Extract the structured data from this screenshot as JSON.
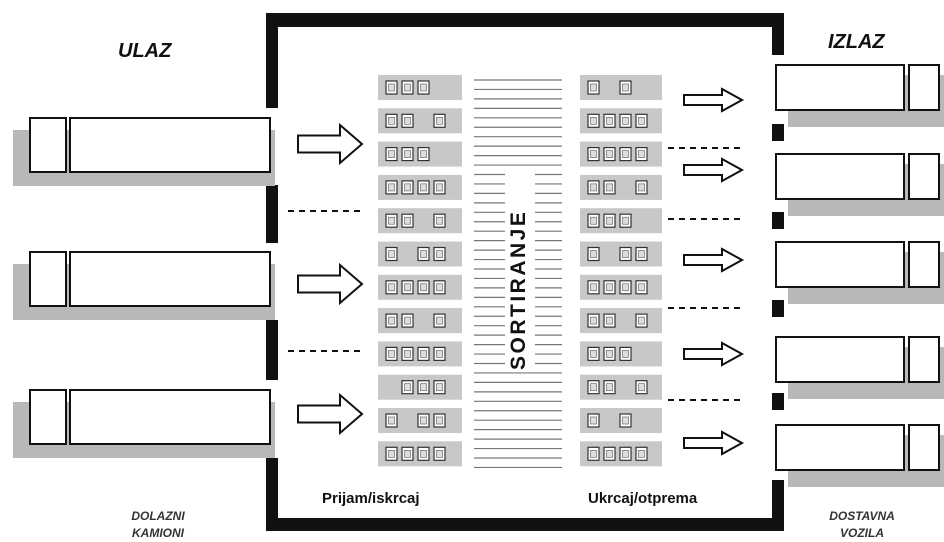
{
  "labels": {
    "ulaz": "ULAZ",
    "izlaz": "IZLAZ",
    "prijem": "Prijam/iskrcaj",
    "ukrcaj": "Ukrcaj/otprema",
    "dolazni_line1": "DOLAZNI",
    "dolazni_line2": "KAMIONI",
    "dostavna_line1": "DOSTAVNA",
    "dostavna_line2": "VOZILA",
    "sortiranje": "SORTIRANJE"
  },
  "left_shelf_rows": [
    [
      1,
      1,
      1,
      0
    ],
    [
      1,
      1,
      0,
      1
    ],
    [
      1,
      1,
      1,
      0
    ],
    [
      1,
      1,
      1,
      1
    ],
    [
      1,
      1,
      0,
      1
    ],
    [
      1,
      0,
      1,
      1
    ],
    [
      1,
      1,
      1,
      1
    ],
    [
      1,
      1,
      0,
      1
    ],
    [
      1,
      1,
      1,
      1
    ],
    [
      0,
      1,
      1,
      1
    ],
    [
      1,
      0,
      1,
      1
    ],
    [
      1,
      1,
      1,
      1
    ]
  ],
  "right_shelf_rows": [
    [
      1,
      0,
      1,
      0
    ],
    [
      1,
      1,
      1,
      1
    ],
    [
      1,
      1,
      1,
      1
    ],
    [
      1,
      1,
      0,
      1
    ],
    [
      1,
      1,
      1,
      0
    ],
    [
      1,
      0,
      1,
      1
    ],
    [
      1,
      1,
      1,
      1
    ],
    [
      1,
      1,
      0,
      1
    ],
    [
      1,
      1,
      1,
      0
    ],
    [
      1,
      1,
      0,
      1
    ],
    [
      1,
      0,
      1,
      0
    ],
    [
      1,
      1,
      1,
      1
    ]
  ],
  "incoming_trucks": 3,
  "delivery_vehicles": 5
}
